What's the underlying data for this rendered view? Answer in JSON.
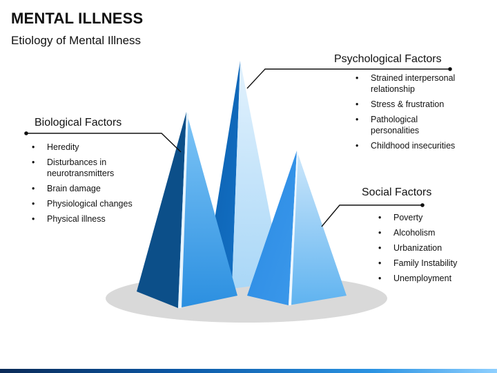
{
  "slide": {
    "title": "MENTAL ILLNESS",
    "subtitle": "Etiology of Mental Illness"
  },
  "groups": {
    "biological": {
      "heading": "Biological Factors",
      "items": [
        "Heredity",
        "Disturbances in neurotransmitters",
        "Brain damage",
        "Physiological changes",
        "Physical illness"
      ]
    },
    "psychological": {
      "heading": "Psychological Factors",
      "items": [
        "Strained interpersonal relationship",
        "Stress & frustration",
        "Pathological personalities",
        "Childhood insecurities"
      ]
    },
    "social": {
      "heading": "Social Factors",
      "items": [
        "Poverty",
        "Alcoholism",
        "Urbanization",
        "Family Instability",
        "Unemployment"
      ]
    }
  },
  "colors": {
    "dark_blue": "#0b4f8a",
    "mid_blue": "#1f7fd0",
    "light_blue": "#7cc2f5",
    "pale_blue": "#cfe8fb",
    "base_gray": "#d9d9d9"
  }
}
